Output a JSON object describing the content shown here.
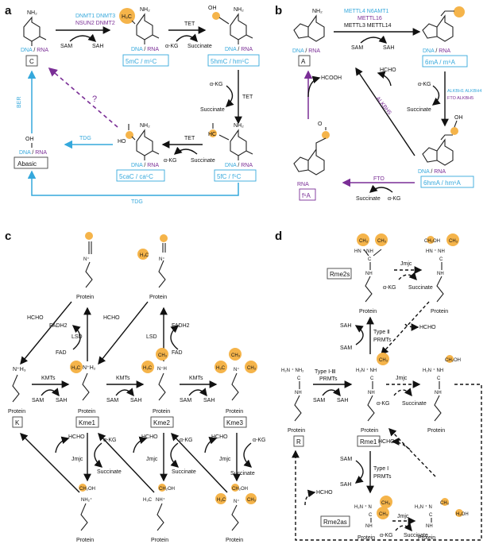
{
  "panels": {
    "a": {
      "label": "a",
      "nodes": {
        "C": {
          "amine": "NH₂",
          "na": "DNA / RNA",
          "box": "C",
          "n": "N"
        },
        "mC": {
          "methyl": "H₃C",
          "amine": "NH₂",
          "na": "DNA / RNA",
          "box": "5mC / m⁵C",
          "n": "N"
        },
        "hmC": {
          "group": "OH",
          "amine": "NH₂",
          "na": "DNA / RNA",
          "box": "5hmC / hm⁵C"
        },
        "fC": {
          "group": "HC",
          "amine": "NH₂",
          "na": "DNA / RNA",
          "box": "5fC / f⁵C"
        },
        "caC": {
          "group": "HO",
          "amine": "NH₂",
          "na": "DNA / RNA",
          "box": "5caC / ca⁵C"
        },
        "abasic": {
          "oh": "OH",
          "na": "DNA / RNA",
          "box": "Abasic"
        }
      },
      "enzymes": {
        "writer_cyan": "DNMT1  DNMT3",
        "writer_purple": "NSUN2  DNMT2",
        "tet": "TET",
        "tdg": "TDG",
        "ber": "BER",
        "question": "?"
      },
      "cofactors": {
        "sam": "SAM",
        "sah": "SAH",
        "akg": "α-KG",
        "succinate": "Succinate"
      }
    },
    "b": {
      "label": "b",
      "nodes": {
        "A": {
          "amine": "NH₂",
          "na": "DNA / RNA",
          "box": "A"
        },
        "m6A": {
          "na": "DNA / RNA",
          "box": "6mA / m⁶A"
        },
        "hm6A": {
          "oh": "OH",
          "na": "DNA / RNA",
          "box": "6hmA / hm⁶A"
        },
        "f6A": {
          "o": "O",
          "na": "RNA",
          "box": "f⁶A"
        }
      },
      "enzymes": {
        "writer_cyan": "METTL4  N6AMT1",
        "writer_purple1": "METTL16",
        "writer_black": "METTL3  METTL14",
        "eraser_cyan1": "ALKBH1  ALKBH4",
        "eraser_purple": "FTO  ALKBH5",
        "fto": "FTO",
        "alkbh5": "ALKBH5"
      },
      "byproducts": {
        "hcho": "HCHO",
        "hcooh": "HCOOH"
      },
      "cofactors": {
        "sam": "SAM",
        "sah": "SAH",
        "akg": "α-KG",
        "succinate": "Succinate"
      }
    },
    "c": {
      "label": "c",
      "nodes": {
        "K": {
          "amine": "N⁺H₃",
          "protein": "Protein",
          "box": "K"
        },
        "Kme1": {
          "methyl": "H₃C",
          "amine": "N⁺H₂",
          "protein": "Protein",
          "box": "Kme1"
        },
        "Kme2": {
          "protein": "Protein",
          "box": "Kme2"
        },
        "Kme3": {
          "protein": "Protein",
          "box": "Kme3"
        },
        "imine1": {
          "protein": "Protein"
        },
        "imine2": {
          "protein": "Protein"
        },
        "hm1": {
          "protein": "Protein"
        },
        "hm2": {
          "protein": "Protein"
        },
        "hm3": {
          "protein": "Protein"
        }
      },
      "enzymes": {
        "kmts": "KMTs",
        "lsd": "LSD",
        "jmjc": "Jmjc"
      },
      "cofactors": {
        "sam": "SAM",
        "sah": "SAH",
        "fad": "FAD",
        "fadh2": "FADH2",
        "akg": "α-KG",
        "succinate": "Succinate",
        "hcho": "HCHO"
      }
    },
    "d": {
      "label": "d",
      "nodes": {
        "R": {
          "protein": "Protein",
          "box": "R"
        },
        "Rme1": {
          "protein": "Protein",
          "box": "Rme1"
        },
        "Rme2s": {
          "protein": "Protein",
          "box": "Rme2s"
        },
        "Rme2as": {
          "protein": "Protein",
          "box": "Rme2as"
        }
      },
      "enzymes": {
        "type12": "Type Ⅰ-Ⅲ",
        "prmts": "PRMTs",
        "type2": "Type Ⅱ",
        "type1": "Type Ⅰ",
        "jmjc": "Jmjc"
      },
      "cofactors": {
        "sam": "SAM",
        "sah": "SAH",
        "akg": "α-KG",
        "succinate": "Succinate",
        "hcho": "HCHO"
      }
    }
  },
  "colors": {
    "dna": "#35a8dc",
    "rna": "#7a2e96",
    "highlight": "#f5b44a"
  }
}
